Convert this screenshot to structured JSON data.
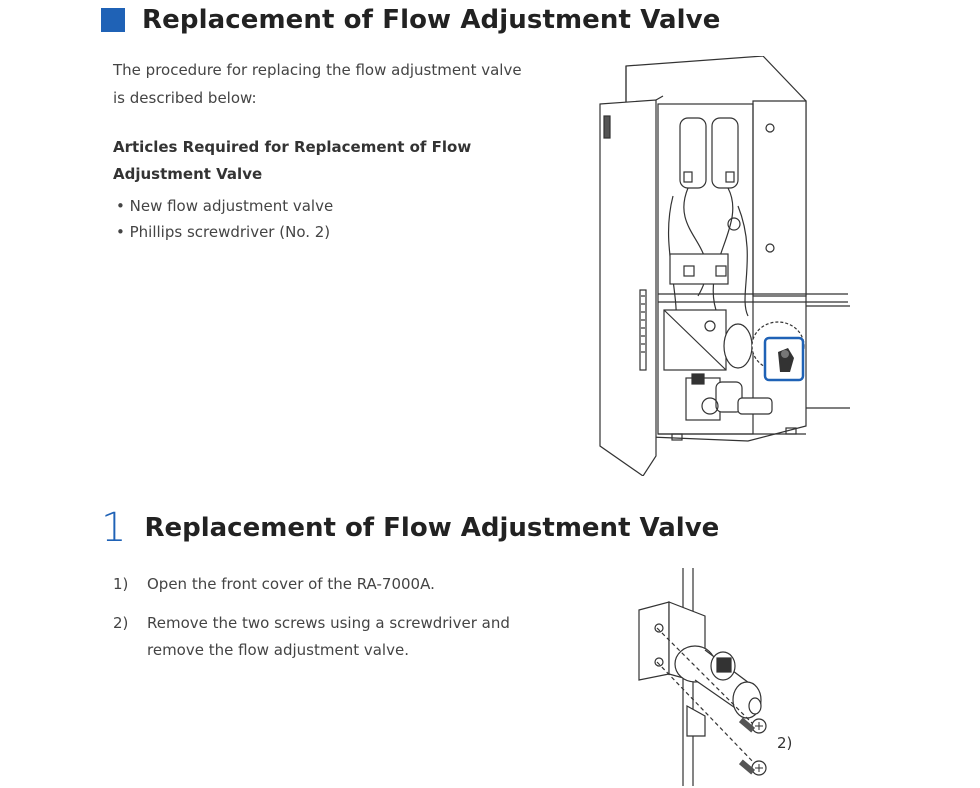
{
  "section": {
    "title": "Replacement of Flow Adjustment Valve",
    "intro": "The procedure for replacing the flow adjustment valve is described below:",
    "articles_heading": "Articles Required for Replacement of Flow Adjustment Valve",
    "articles": [
      "New flow adjustment valve",
      "Phillips screwdriver (No. 2)"
    ]
  },
  "step": {
    "number": "1",
    "title": "Replacement of Flow Adjustment Valve",
    "substeps": [
      {
        "num": "1)",
        "text": "Open the front cover of the RA-7000A."
      },
      {
        "num": "2)",
        "text": "Remove the two screws using a screwdriver and remove the flow adjustment valve."
      }
    ],
    "callout": "2)"
  },
  "colors": {
    "accent": "#1f62b6",
    "text": "#444444",
    "heading": "#222222"
  }
}
